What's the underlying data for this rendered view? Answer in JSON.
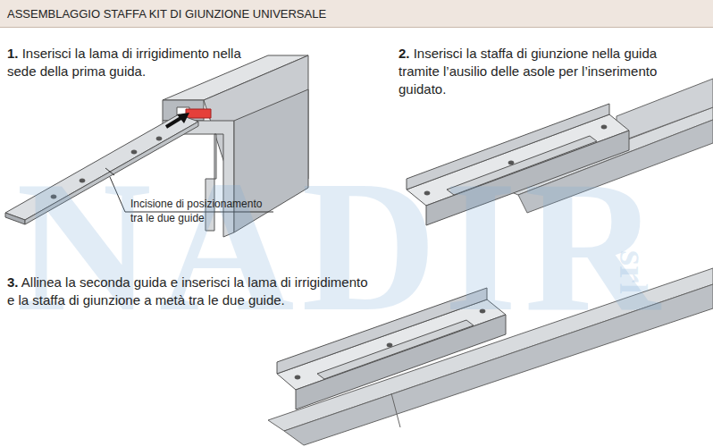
{
  "diagram": {
    "title": "ASSEMBLAGGIO STAFFA KIT DI GIUNZIONE UNIVERSALE",
    "labels": [
      "1.",
      "Inserisci la lama di irrigidimento nella sede della prima guida.",
      "Incisione di posizionamento tra le due guide",
      "2.",
      "Inserisci la staffa di giunzione nella guida tramite l’ausilio delle asole per l’inserimento guidato.",
      "3.",
      "Allinea la seconda guida e inserisci la lama di irrigidimento e la staffa di giunzione a metà tra le due guide.",
      "NADIR",
      "srl"
    ]
  }
}
